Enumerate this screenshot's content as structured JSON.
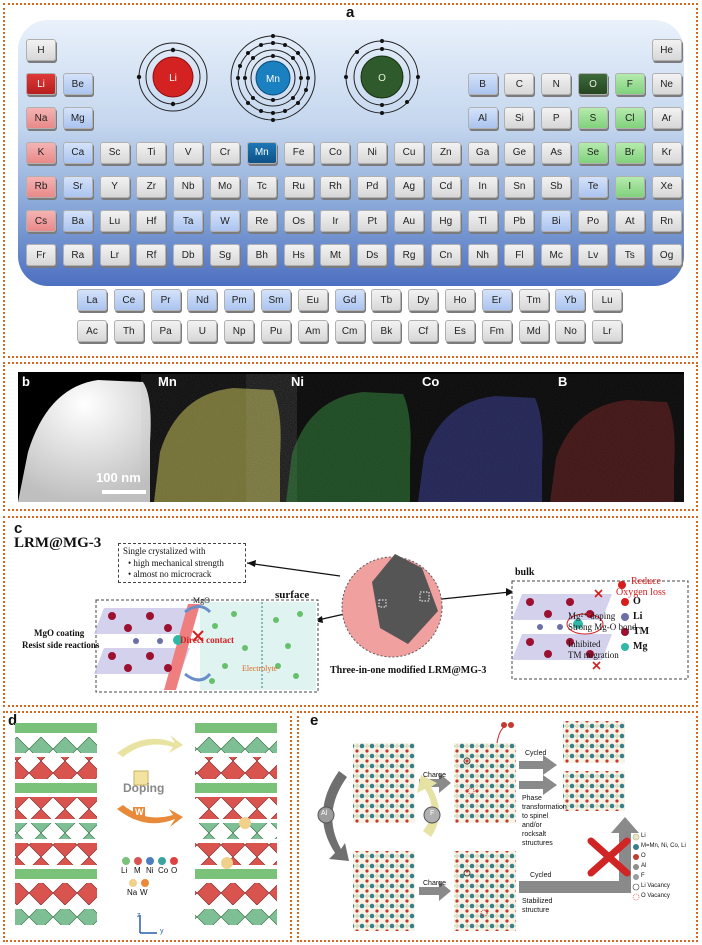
{
  "panels": {
    "a": {
      "letter": "a",
      "atoms": [
        {
          "symbol": "Li",
          "color": "#d42222"
        },
        {
          "symbol": "Mn",
          "color": "#1a80c0"
        },
        {
          "symbol": "O",
          "color": "#2f5a2c"
        }
      ],
      "elements": [
        {
          "s": "H",
          "c": "gray"
        },
        {
          "s": "He",
          "c": "gray"
        },
        {
          "s": "Li",
          "c": "dred"
        },
        {
          "s": "Be",
          "c": "blue"
        },
        {
          "s": "B",
          "c": "blue"
        },
        {
          "s": "C",
          "c": "gray"
        },
        {
          "s": "N",
          "c": "gray"
        },
        {
          "s": "O",
          "c": "dgreen"
        },
        {
          "s": "F",
          "c": "green"
        },
        {
          "s": "Ne",
          "c": "gray"
        },
        {
          "s": "Na",
          "c": "pink"
        },
        {
          "s": "Mg",
          "c": "blue"
        },
        {
          "s": "Al",
          "c": "blue"
        },
        {
          "s": "Si",
          "c": "gray"
        },
        {
          "s": "P",
          "c": "gray"
        },
        {
          "s": "S",
          "c": "green"
        },
        {
          "s": "Cl",
          "c": "green"
        },
        {
          "s": "Ar",
          "c": "gray"
        },
        {
          "s": "K",
          "c": "pink"
        },
        {
          "s": "Ca",
          "c": "blue"
        },
        {
          "s": "Sc",
          "c": "gray"
        },
        {
          "s": "Ti",
          "c": "gray"
        },
        {
          "s": "V",
          "c": "gray"
        },
        {
          "s": "Cr",
          "c": "gray"
        },
        {
          "s": "Mn",
          "c": "dblue"
        },
        {
          "s": "Fe",
          "c": "gray"
        },
        {
          "s": "Co",
          "c": "gray"
        },
        {
          "s": "Ni",
          "c": "gray"
        },
        {
          "s": "Cu",
          "c": "gray"
        },
        {
          "s": "Zn",
          "c": "gray"
        },
        {
          "s": "Ga",
          "c": "gray"
        },
        {
          "s": "Ge",
          "c": "gray"
        },
        {
          "s": "As",
          "c": "gray"
        },
        {
          "s": "Se",
          "c": "green"
        },
        {
          "s": "Br",
          "c": "green"
        },
        {
          "s": "Kr",
          "c": "gray"
        },
        {
          "s": "Rb",
          "c": "pink"
        },
        {
          "s": "Sr",
          "c": "blue"
        },
        {
          "s": "Y",
          "c": "gray"
        },
        {
          "s": "Zr",
          "c": "gray"
        },
        {
          "s": "Nb",
          "c": "gray"
        },
        {
          "s": "Mo",
          "c": "gray"
        },
        {
          "s": "Tc",
          "c": "gray"
        },
        {
          "s": "Ru",
          "c": "gray"
        },
        {
          "s": "Rh",
          "c": "gray"
        },
        {
          "s": "Pd",
          "c": "gray"
        },
        {
          "s": "Ag",
          "c": "gray"
        },
        {
          "s": "Cd",
          "c": "gray"
        },
        {
          "s": "In",
          "c": "gray"
        },
        {
          "s": "Sn",
          "c": "gray"
        },
        {
          "s": "Sb",
          "c": "gray"
        },
        {
          "s": "Te",
          "c": "blue"
        },
        {
          "s": "I",
          "c": "green"
        },
        {
          "s": "Xe",
          "c": "gray"
        },
        {
          "s": "Cs",
          "c": "pink"
        },
        {
          "s": "Ba",
          "c": "blue"
        },
        {
          "s": "Lu",
          "c": "gray"
        },
        {
          "s": "Hf",
          "c": "gray"
        },
        {
          "s": "Ta",
          "c": "blue"
        },
        {
          "s": "W",
          "c": "blue"
        },
        {
          "s": "Re",
          "c": "gray"
        },
        {
          "s": "Os",
          "c": "gray"
        },
        {
          "s": "Ir",
          "c": "gray"
        },
        {
          "s": "Pt",
          "c": "gray"
        },
        {
          "s": "Au",
          "c": "gray"
        },
        {
          "s": "Hg",
          "c": "gray"
        },
        {
          "s": "Tl",
          "c": "gray"
        },
        {
          "s": "Pb",
          "c": "gray"
        },
        {
          "s": "Bi",
          "c": "blue"
        },
        {
          "s": "Po",
          "c": "gray"
        },
        {
          "s": "At",
          "c": "gray"
        },
        {
          "s": "Rn",
          "c": "gray"
        },
        {
          "s": "Fr",
          "c": "gray"
        },
        {
          "s": "Ra",
          "c": "gray"
        },
        {
          "s": "Lr",
          "c": "gray"
        },
        {
          "s": "Rf",
          "c": "gray"
        },
        {
          "s": "Db",
          "c": "gray"
        },
        {
          "s": "Sg",
          "c": "gray"
        },
        {
          "s": "Bh",
          "c": "gray"
        },
        {
          "s": "Hs",
          "c": "gray"
        },
        {
          "s": "Mt",
          "c": "gray"
        },
        {
          "s": "Ds",
          "c": "gray"
        },
        {
          "s": "Rg",
          "c": "gray"
        },
        {
          "s": "Cn",
          "c": "gray"
        },
        {
          "s": "Nh",
          "c": "gray"
        },
        {
          "s": "Fl",
          "c": "gray"
        },
        {
          "s": "Mc",
          "c": "gray"
        },
        {
          "s": "Lv",
          "c": "gray"
        },
        {
          "s": "Ts",
          "c": "gray"
        },
        {
          "s": "Og",
          "c": "gray"
        }
      ],
      "lanthanides": [
        {
          "s": "La",
          "c": "blue"
        },
        {
          "s": "Ce",
          "c": "blue"
        },
        {
          "s": "Pr",
          "c": "blue"
        },
        {
          "s": "Nd",
          "c": "blue"
        },
        {
          "s": "Pm",
          "c": "blue"
        },
        {
          "s": "Sm",
          "c": "blue"
        },
        {
          "s": "Eu",
          "c": "gray"
        },
        {
          "s": "Gd",
          "c": "blue"
        },
        {
          "s": "Tb",
          "c": "gray"
        },
        {
          "s": "Dy",
          "c": "gray"
        },
        {
          "s": "Ho",
          "c": "gray"
        },
        {
          "s": "Er",
          "c": "blue"
        },
        {
          "s": "Tm",
          "c": "gray"
        },
        {
          "s": "Yb",
          "c": "blue"
        },
        {
          "s": "Lu",
          "c": "gray"
        }
      ],
      "actinides": [
        {
          "s": "Ac",
          "c": "gray"
        },
        {
          "s": "Th",
          "c": "gray"
        },
        {
          "s": "Pa",
          "c": "gray"
        },
        {
          "s": "U",
          "c": "gray"
        },
        {
          "s": "Np",
          "c": "gray"
        },
        {
          "s": "Pu",
          "c": "gray"
        },
        {
          "s": "Am",
          "c": "gray"
        },
        {
          "s": "Cm",
          "c": "gray"
        },
        {
          "s": "Bk",
          "c": "gray"
        },
        {
          "s": "Cf",
          "c": "gray"
        },
        {
          "s": "Es",
          "c": "gray"
        },
        {
          "s": "Fm",
          "c": "gray"
        },
        {
          "s": "Md",
          "c": "gray"
        },
        {
          "s": "No",
          "c": "gray"
        },
        {
          "s": "Lr",
          "c": "gray"
        }
      ]
    },
    "b": {
      "letter": "b",
      "channels": [
        {
          "label": "",
          "color": "#f2f2f2"
        },
        {
          "label": "Mn",
          "color": "#c8c34a"
        },
        {
          "label": "Ni",
          "color": "#2f9a3a"
        },
        {
          "label": "Co",
          "color": "#3a3fb0"
        },
        {
          "label": "B",
          "color": "#a82222"
        }
      ],
      "scale_bar": "100 nm"
    },
    "c": {
      "letter": "c",
      "title": "LRM@MG-3",
      "info_box": [
        "Single crystalized with",
        "high mechanical strength",
        "almost no microcrack"
      ],
      "surface_label": "surface",
      "mgo_label": "MgO",
      "left_caption": [
        "MgO coating",
        "Resist side reactions"
      ],
      "direct_contact": "Direct contact",
      "electrolyte": "Electrolyte",
      "center_caption": "Three-in-one modified LRM@MG-3",
      "bulk_label": "bulk",
      "legend": [
        {
          "label": "O",
          "color": "#d81d1d"
        },
        {
          "label": "Li",
          "color": "#6d6fa8"
        },
        {
          "label": "TM",
          "color": "#9c1030"
        },
        {
          "label": "Mg",
          "color": "#2fb8a8"
        }
      ],
      "reduce_loss": [
        "Reduce",
        "Oxygen loss"
      ],
      "doping": [
        "Mg²⁺ doping",
        "Strong Mg-O bond"
      ],
      "inhibited": [
        "Inhibited",
        "TM migration"
      ]
    },
    "d": {
      "letter": "d",
      "doping_label": "Doping",
      "w_label": "W",
      "legend_row1": [
        "Li",
        "M",
        "Ni",
        "Co",
        "O"
      ],
      "legend_row2": [
        "Na",
        "W"
      ],
      "axis_labels": [
        "z",
        "y"
      ]
    },
    "e": {
      "letter": "e",
      "charge_top": "Charge",
      "cycled_top": "Cycled",
      "phase_text": [
        "Phase",
        "transformation",
        "to spinel",
        "and/or",
        "rocksalt",
        "structures"
      ],
      "charge_bottom": "Charge",
      "cycled_bottom": "Cycled",
      "stabilized_text": [
        "Stabilized",
        "structure"
      ],
      "node_left": "Al",
      "node_right": "F",
      "legend": [
        {
          "label": "Li",
          "color": "#e8e6c6"
        },
        {
          "label": "M=Mn, Ni, Co, Li",
          "color": "#3a7e8a"
        },
        {
          "label": "O",
          "color": "#c43a2f"
        },
        {
          "label": "Al",
          "color": "#8e8e8e"
        },
        {
          "label": "F",
          "color": "#9c9c9c"
        },
        {
          "label": "Li Vacancy",
          "color": "#ffffff"
        },
        {
          "label": "O Vacancy",
          "color": "#ffffff"
        }
      ]
    }
  }
}
